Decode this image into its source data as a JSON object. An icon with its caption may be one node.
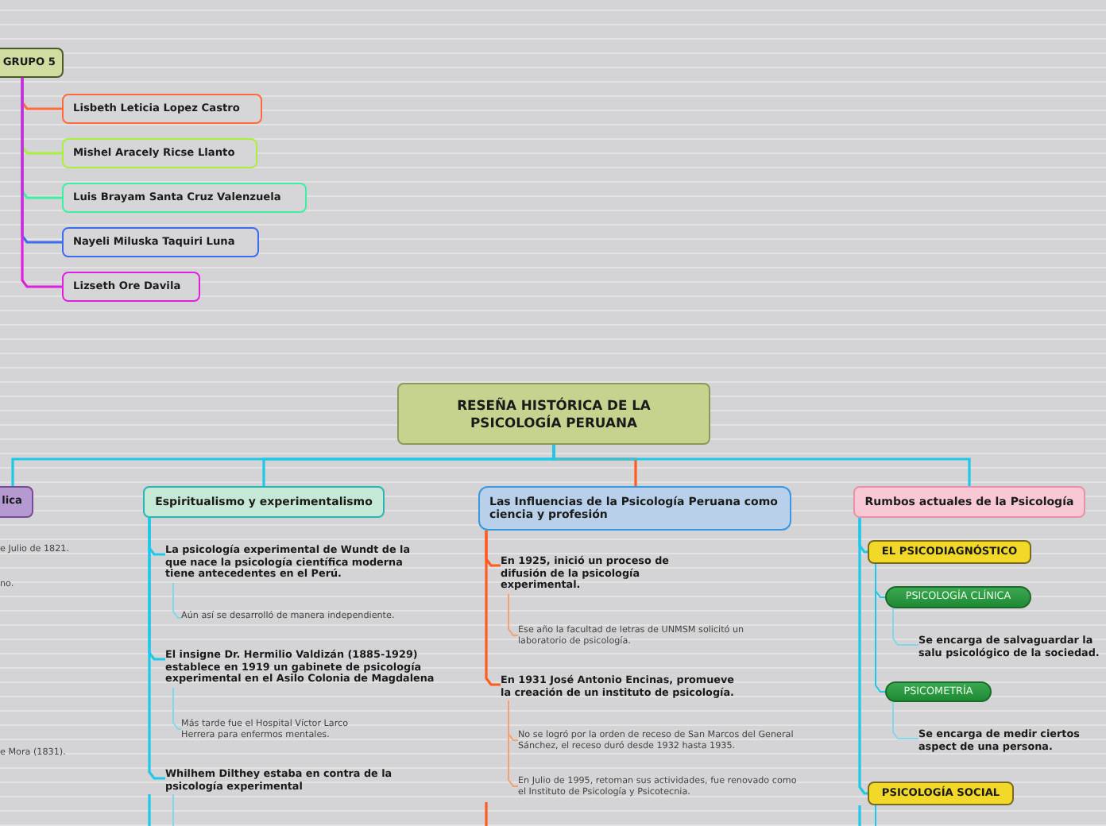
{
  "diagram": {
    "nodes": [
      {
        "text": [
          "RESEÑA HISTÓRICA DE LA PSICOLOGÍA PERUANA"
        ]
      },
      {
        "text": [
          "lica"
        ]
      },
      {
        "text": [
          "Espiritualismo y experimentalismo"
        ]
      },
      {
        "text": [
          "Las Influencias de la Psicología Peruana como ciencia y profesión"
        ]
      },
      {
        "text": [
          "Rumbos actuales de la Psicología"
        ]
      },
      {
        "text": [
          "La psicología experimental de Wundt de la que nace la psicología  científica moderna tiene antecedentes en el Perú."
        ]
      },
      {
        "text": [
          "Aún así se desarrolló de manera independiente."
        ]
      },
      {
        "text": [
          "El insigne Dr. Hermilio Valdizán (1885-1929) establece en 1919 un gabinete de psicología experimental en el Asilo Colonia de Magdalena"
        ]
      },
      {
        "text": [
          "Más tarde fue el Hospital Víctor Larco Herrera para enfermos mentales."
        ]
      },
      {
        "text": [
          "Whilhem Dilthey estaba en contra de la psicología experimental"
        ]
      },
      {
        "text": [
          "En 1925, inició un proceso de difusión de la psicología experimental."
        ]
      },
      {
        "text": [
          "Ese año la facultad de letras de UNMSM solicitó un laboratorio de psicología."
        ]
      },
      {
        "text": [
          "En 1931 José Antonio Encinas, promueve la creación de un instituto de psicología."
        ]
      },
      {
        "text": [
          "No se logró por la orden de receso de San Marcos del General Sánchez, el receso duró desde 1932 hasta 1935."
        ]
      },
      {
        "text": [
          "En Julio de 1995, retoman sus actividades, fue renovado como el Instituto de Psicología y Psicotecnia."
        ]
      },
      {
        "text": [
          "EL PSICODIAGNÓSTICO"
        ]
      },
      {
        "text": [
          "PSICOLOGÍA CLÍNICA"
        ]
      },
      {
        "text": [
          "Se encarga de salvaguardar la salu psicológico de la sociedad."
        ]
      },
      {
        "text": [
          "PSICOMETRÍA"
        ]
      },
      {
        "text": [
          "Se encarga de medir ciertos aspect de una persona."
        ]
      },
      {
        "text": [
          "PSICOLOGÍA SOCIAL"
        ]
      },
      {
        "text": [
          "GRUPO 5"
        ]
      },
      {
        "text": [
          "Lisbeth Leticia Lopez Castro"
        ]
      },
      {
        "text": [
          "Mishel Aracely Ricse Llanto"
        ]
      },
      {
        "text": [
          "Luis Brayam Santa Cruz Valenzuela"
        ]
      },
      {
        "text": [
          "Nayeli Miluska Taquiri Luna"
        ]
      },
      {
        "text": [
          "Lizseth Ore Davila"
        ]
      }
    ],
    "edges": [
      {
        "from": 0,
        "to": 1,
        "arrow": "none"
      },
      {
        "from": 0,
        "to": 2,
        "arrow": "none"
      },
      {
        "from": 0,
        "to": 3,
        "arrow": "none",
        "color": "#ff5a1f"
      },
      {
        "from": 0,
        "to": 4,
        "arrow": "none"
      },
      {
        "from": 2,
        "to": 5,
        "arrow": "none"
      },
      {
        "from": 5,
        "to": 6,
        "arrow": "none",
        "color": "#7fd8ec"
      },
      {
        "from": 2,
        "to": 7,
        "arrow": "none"
      },
      {
        "from": 7,
        "to": 8,
        "arrow": "none",
        "color": "#7fd8ec"
      },
      {
        "from": 2,
        "to": 9,
        "arrow": "none"
      },
      {
        "from": 3,
        "to": 10,
        "arrow": "none",
        "color": "#ff5a1f"
      },
      {
        "from": 10,
        "to": 11,
        "arrow": "none",
        "color": "#f4a070"
      },
      {
        "from": 3,
        "to": 12,
        "arrow": "none",
        "color": "#ff5a1f"
      },
      {
        "from": 12,
        "to": 13,
        "arrow": "none",
        "color": "#f4a070"
      },
      {
        "from": 12,
        "to": 14,
        "arrow": "none",
        "color": "#f4a070"
      },
      {
        "from": 4,
        "to": 15,
        "arrow": "none"
      },
      {
        "from": 4,
        "to": 20,
        "arrow": "none"
      },
      {
        "from": 15,
        "to": 16,
        "arrow": "none"
      },
      {
        "from": 15,
        "to": 18,
        "arrow": "none"
      },
      {
        "from": 16,
        "to": 17,
        "arrow": "none",
        "color": "#7fd8ec"
      },
      {
        "from": 18,
        "to": 19,
        "arrow": "none",
        "color": "#7fd8ec"
      },
      {
        "from": 21,
        "to": 22,
        "arrow": "none",
        "color": "#ff6a3d"
      },
      {
        "from": 21,
        "to": 23,
        "arrow": "none",
        "color": "#a8f03a"
      },
      {
        "from": 21,
        "to": 24,
        "arrow": "none",
        "color": "#3cf0a0"
      },
      {
        "from": 21,
        "to": 25,
        "arrow": "none",
        "color": "#3b6cf0"
      },
      {
        "from": 21,
        "to": 26,
        "arrow": "none",
        "color": "#e020e0"
      }
    ],
    "labels": [
      "e Julio de 1821.",
      "no.",
      "e Mora (1831)."
    ]
  }
}
